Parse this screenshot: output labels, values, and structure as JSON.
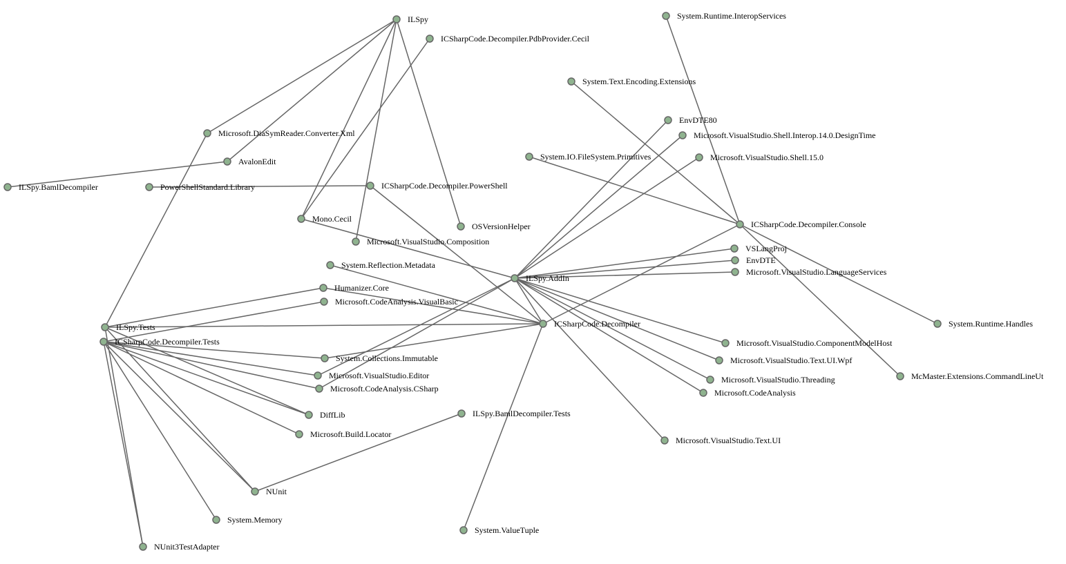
{
  "nodes": [
    "ILSpy",
    "ICSharpCode.Decompiler.PdbProvider.Cecil",
    "System.Runtime.InteropServices",
    "System.Text.Encoding.Extensions",
    "EnvDTE80",
    "Microsoft.VisualStudio.Shell.Interop.14.0.DesignTime",
    "System.IO.FileSystem.Primitives",
    "Microsoft.VisualStudio.Shell.15.0",
    "Microsoft.DiaSymReader.Converter.Xml",
    "AvalonEdit",
    "ILSpy.BamlDecompiler",
    "PowerShellStandard.Library",
    "ICSharpCode.Decompiler.PowerShell",
    "Mono.Cecil",
    "OSVersionHelper",
    "Microsoft.VisualStudio.Composition",
    "ICSharpCode.Decompiler.Console",
    "VSLangProj",
    "EnvDTE",
    "Microsoft.VisualStudio.LanguageServices",
    "System.Reflection.Metadata",
    "ILSpy.AddIn",
    "Humanizer.Core",
    "Microsoft.CodeAnalysis.VisualBasic",
    "ICSharpCode.Decompiler",
    "ILSpy.Tests",
    "ICSharpCode.Decompiler.Tests",
    "System.Runtime.Handles",
    "Microsoft.VisualStudio.ComponentModelHost",
    "System.Collections.Immutable",
    "Microsoft.VisualStudio.Text.UI.Wpf",
    "Microsoft.VisualStudio.Editor",
    "Microsoft.CodeAnalysis.CSharp",
    "McMaster.Extensions.CommandLineUt",
    "Microsoft.VisualStudio.Threading",
    "Microsoft.CodeAnalysis",
    "DiffLib",
    "ILSpy.BamlDecompiler.Tests",
    "Microsoft.Build.Locator",
    "Microsoft.VisualStudio.Text.UI",
    "NUnit",
    "System.Memory",
    "System.ValueTuple",
    "NUnit3TestAdapter"
  ],
  "edges": [
    [
      "ILSpy",
      "Microsoft.DiaSymReader.Converter.Xml"
    ],
    [
      "ILSpy",
      "AvalonEdit"
    ],
    [
      "ILSpy",
      "Mono.Cecil"
    ],
    [
      "ILSpy",
      "Microsoft.VisualStudio.Composition"
    ],
    [
      "ILSpy",
      "OSVersionHelper"
    ],
    [
      "ICSharpCode.Decompiler.PdbProvider.Cecil",
      "Mono.Cecil"
    ],
    [
      "Microsoft.DiaSymReader.Converter.Xml",
      "ILSpy.Tests"
    ],
    [
      "AvalonEdit",
      "ILSpy.BamlDecompiler"
    ],
    [
      "PowerShellStandard.Library",
      "ICSharpCode.Decompiler.PowerShell"
    ],
    [
      "ICSharpCode.Decompiler.PowerShell",
      "ICSharpCode.Decompiler"
    ],
    [
      "Mono.Cecil",
      "ILSpy.AddIn"
    ],
    [
      "System.Reflection.Metadata",
      "ICSharpCode.Decompiler"
    ],
    [
      "Humanizer.Core",
      "ICSharpCode.Decompiler"
    ],
    [
      "ILSpy.Tests",
      "Humanizer.Core"
    ],
    [
      "ICSharpCode.Decompiler.Tests",
      "Microsoft.CodeAnalysis.VisualBasic"
    ],
    [
      "ILSpy.Tests",
      "ICSharpCode.Decompiler"
    ],
    [
      "ICSharpCode.Decompiler.Tests",
      "System.Collections.Immutable"
    ],
    [
      "ICSharpCode.Decompiler.Tests",
      "Microsoft.VisualStudio.Editor"
    ],
    [
      "ICSharpCode.Decompiler.Tests",
      "Microsoft.CodeAnalysis.CSharp"
    ],
    [
      "ICSharpCode.Decompiler.Tests",
      "DiffLib"
    ],
    [
      "ILSpy.Tests",
      "DiffLib"
    ],
    [
      "ICSharpCode.Decompiler.Tests",
      "Microsoft.Build.Locator"
    ],
    [
      "ICSharpCode.Decompiler.Tests",
      "NUnit"
    ],
    [
      "ILSpy.Tests",
      "NUnit"
    ],
    [
      "ICSharpCode.Decompiler.Tests",
      "System.Memory"
    ],
    [
      "ICSharpCode.Decompiler.Tests",
      "NUnit3TestAdapter"
    ],
    [
      "ILSpy.Tests",
      "NUnit3TestAdapter"
    ],
    [
      "System.Collections.Immutable",
      "ICSharpCode.Decompiler"
    ],
    [
      "Microsoft.VisualStudio.Editor",
      "ILSpy.AddIn"
    ],
    [
      "Microsoft.CodeAnalysis.CSharp",
      "ILSpy.AddIn"
    ],
    [
      "ILSpy.AddIn",
      "EnvDTE80"
    ],
    [
      "ILSpy.AddIn",
      "Microsoft.VisualStudio.Shell.Interop.14.0.DesignTime"
    ],
    [
      "ILSpy.AddIn",
      "Microsoft.VisualStudio.Shell.15.0"
    ],
    [
      "ILSpy.AddIn",
      "VSLangProj"
    ],
    [
      "ILSpy.AddIn",
      "EnvDTE"
    ],
    [
      "ILSpy.AddIn",
      "Microsoft.VisualStudio.LanguageServices"
    ],
    [
      "ILSpy.AddIn",
      "Microsoft.VisualStudio.ComponentModelHost"
    ],
    [
      "ILSpy.AddIn",
      "Microsoft.VisualStudio.Text.UI.Wpf"
    ],
    [
      "ILSpy.AddIn",
      "Microsoft.VisualStudio.Threading"
    ],
    [
      "ILSpy.AddIn",
      "Microsoft.CodeAnalysis"
    ],
    [
      "ILSpy.AddIn",
      "Microsoft.VisualStudio.Text.UI"
    ],
    [
      "ILSpy.AddIn",
      "ICSharpCode.Decompiler"
    ],
    [
      "ICSharpCode.Decompiler",
      "ICSharpCode.Decompiler.Console"
    ],
    [
      "ICSharpCode.Decompiler",
      "System.ValueTuple"
    ],
    [
      "NUnit",
      "ILSpy.BamlDecompiler.Tests"
    ],
    [
      "ICSharpCode.Decompiler.Console",
      "System.Runtime.InteropServices"
    ],
    [
      "ICSharpCode.Decompiler.Console",
      "System.Text.Encoding.Extensions"
    ],
    [
      "ICSharpCode.Decompiler.Console",
      "System.IO.FileSystem.Primitives"
    ],
    [
      "ICSharpCode.Decompiler.Console",
      "System.Runtime.Handles"
    ],
    [
      "ICSharpCode.Decompiler.Console",
      "McMaster.Extensions.CommandLineUt"
    ]
  ]
}
